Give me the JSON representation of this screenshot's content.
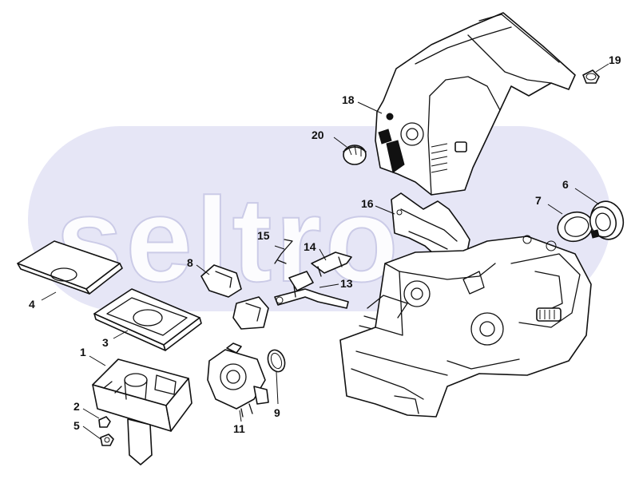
{
  "diagram": {
    "watermark_text": "seltro",
    "colors": {
      "background": "#ffffff",
      "watermark_band": "#e6e6f6",
      "line": "#111111"
    },
    "callouts": [
      {
        "id": "c1",
        "label": "1"
      },
      {
        "id": "c2",
        "label": "2"
      },
      {
        "id": "c3",
        "label": "3"
      },
      {
        "id": "c4",
        "label": "4"
      },
      {
        "id": "c5",
        "label": "5"
      },
      {
        "id": "c6",
        "label": "6"
      },
      {
        "id": "c7",
        "label": "7"
      },
      {
        "id": "c8",
        "label": "8"
      },
      {
        "id": "c9",
        "label": "9"
      },
      {
        "id": "c11",
        "label": "11"
      },
      {
        "id": "c13",
        "label": "13"
      },
      {
        "id": "c14",
        "label": "14"
      },
      {
        "id": "c15",
        "label": "15"
      },
      {
        "id": "c16",
        "label": "16"
      },
      {
        "id": "c18",
        "label": "18"
      },
      {
        "id": "c19",
        "label": "19"
      },
      {
        "id": "c20",
        "label": "20"
      }
    ]
  }
}
